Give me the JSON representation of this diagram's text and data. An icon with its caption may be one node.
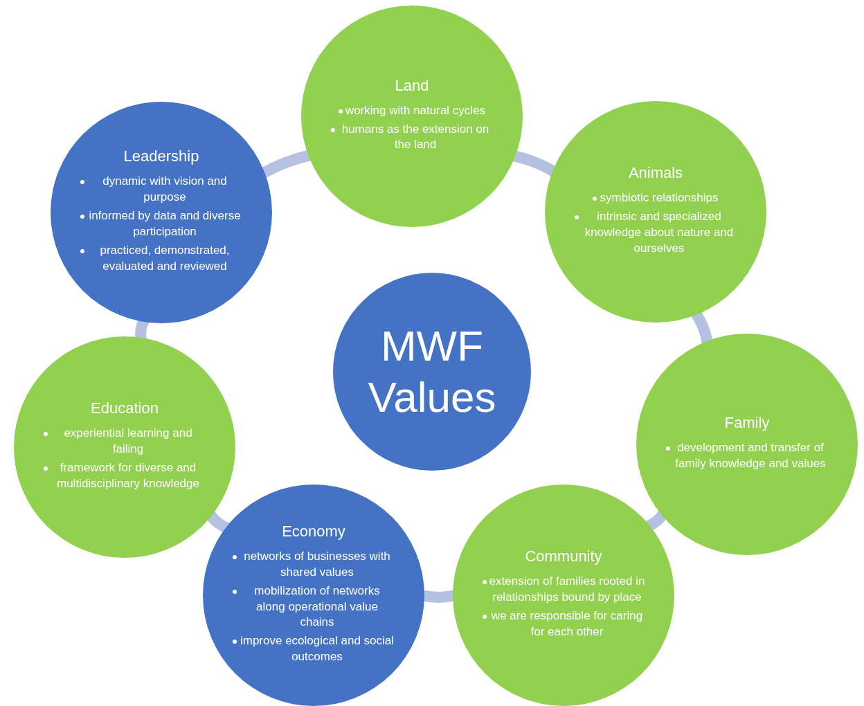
{
  "diagram": {
    "nodes": [
      {
        "text": [
          "Land",
          "working with natural cycles",
          "humans as the extension on the land"
        ]
      },
      {
        "text": [
          "Animals",
          "symbiotic relationships",
          "intrinsic and specialized knowledge about nature and ourselves"
        ]
      },
      {
        "text": [
          "Family",
          "development and transfer of family knowledge and values"
        ]
      },
      {
        "text": [
          "Community",
          "extension of families rooted in relationships bound by place",
          "we are responsible for caring for each other"
        ]
      },
      {
        "text": [
          "Economy",
          "networks of businesses with shared values",
          "mobilization of networks along operational value chains",
          "improve ecological and social outcomes"
        ]
      },
      {
        "text": [
          "Education",
          "experiential learning and failing",
          "framework for diverse and multidisciplinary knowledge"
        ]
      },
      {
        "text": [
          "Leadership",
          "dynamic with vision and purpose",
          "informed by data and diverse participation",
          "practiced, demonstrated, evaluated and reviewed"
        ]
      },
      {
        "text": [
          "MWF Values"
        ]
      }
    ],
    "edges": [
      {
        "from": 0,
        "to": 1,
        "arrow": "none"
      },
      {
        "from": 1,
        "to": 2,
        "arrow": "none"
      },
      {
        "from": 2,
        "to": 3,
        "arrow": "none"
      },
      {
        "from": 3,
        "to": 4,
        "arrow": "none"
      },
      {
        "from": 4,
        "to": 5,
        "arrow": "none"
      },
      {
        "from": 5,
        "to": 6,
        "arrow": "none"
      },
      {
        "from": 6,
        "to": 0,
        "arrow": "none"
      }
    ]
  }
}
